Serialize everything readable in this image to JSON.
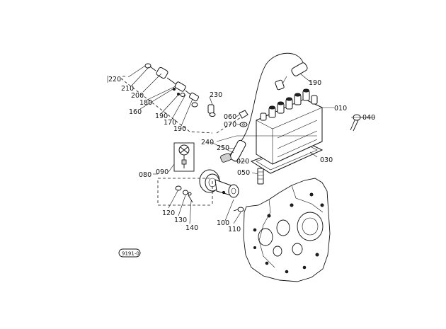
{
  "callouts": {
    "c220": "220",
    "c210": "210",
    "c200": "200",
    "c180a": "180",
    "c160": "160",
    "c190a": "190",
    "c170": "170",
    "c190b": "190",
    "c230": "230",
    "c190c": "190",
    "c010": "010",
    "c040": "040",
    "c060": "060",
    "c070": "070",
    "c240": "240",
    "c250": "250",
    "c020": "020",
    "c030": "030",
    "c050": "050",
    "c080": "080",
    "c090": "090",
    "c120": "120",
    "c130": "130",
    "c140": "140",
    "c100": "100",
    "c110": "110"
  },
  "diagram_code": "9191-0"
}
